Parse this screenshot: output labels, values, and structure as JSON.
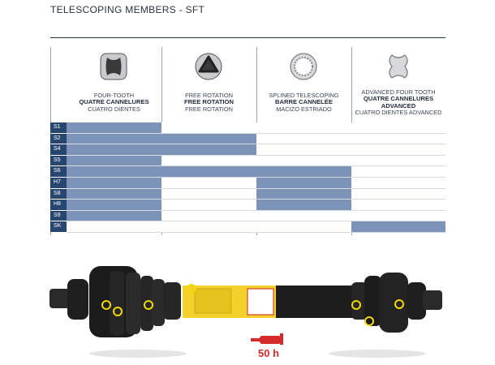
{
  "page": {
    "title": "TELESCOPING MEMBERS - SFT"
  },
  "columns": [
    {
      "icon": "four-tooth-profile-icon",
      "lines": [
        "FOUR-TOOTH",
        "QUATRE CANNELURES",
        "CUATRO DIENTES"
      ]
    },
    {
      "icon": "free-rotation-profile-icon",
      "lines": [
        "FREE ROTATION",
        "FREE ROTATION",
        "FREE ROTATION"
      ]
    },
    {
      "icon": "splined-telescoping-profile-icon",
      "lines": [
        "SPLINED TELESCOPING",
        "BARRE CANNELÉE",
        "MACIZO ESTRIADO"
      ]
    },
    {
      "icon": "advanced-four-tooth-profile-icon",
      "lines": [
        "ADVANCED FOUR TOOTH",
        "QUATRE CANNELURES",
        "ADVANCED",
        "CUATRO DIENTES ADVANCED"
      ]
    }
  ],
  "rows": [
    {
      "label": "S1",
      "cells": [
        true,
        false,
        false,
        false
      ]
    },
    {
      "label": "S2",
      "cells": [
        true,
        true,
        false,
        false
      ]
    },
    {
      "label": "S4",
      "cells": [
        true,
        true,
        false,
        false
      ]
    },
    {
      "label": "S5",
      "cells": [
        true,
        false,
        false,
        false
      ]
    },
    {
      "label": "S6",
      "cells": [
        true,
        true,
        true,
        false
      ]
    },
    {
      "label": "H7",
      "cells": [
        true,
        false,
        true,
        false
      ]
    },
    {
      "label": "S8",
      "cells": [
        true,
        false,
        true,
        false
      ]
    },
    {
      "label": "H8",
      "cells": [
        true,
        false,
        true,
        false
      ]
    },
    {
      "label": "S9",
      "cells": [
        true,
        false,
        false,
        false
      ]
    },
    {
      "label": "SK",
      "cells": [
        false,
        false,
        false,
        true
      ]
    }
  ],
  "colors": {
    "navy": "#27466f",
    "cell_on": "#7d93b8",
    "lube": "#d32a2a",
    "shaft_black": "#1b1b1b",
    "tube_yellow": "#f4d12a",
    "marker_yellow": "#f5d800"
  },
  "lubrication": {
    "interval": "50 h",
    "icon": "grease-gun-icon"
  }
}
